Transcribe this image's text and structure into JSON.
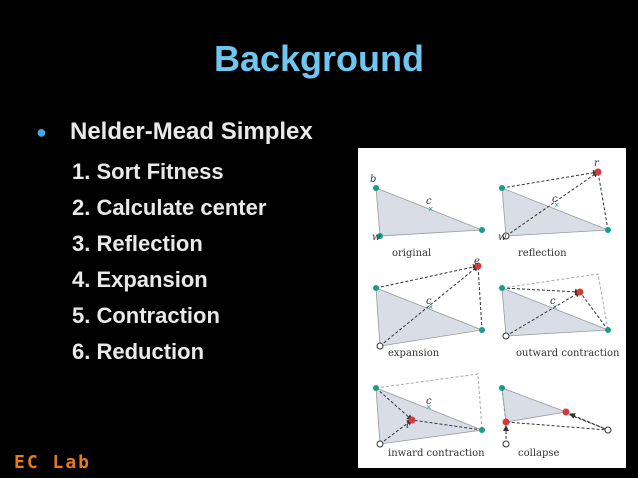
{
  "slide": {
    "title": "Background",
    "bullet": "Nelder-Mead Simplex",
    "steps": [
      "1. Sort Fitness",
      "2. Calculate center",
      "3. Reflection",
      "4. Expansion",
      "5. Contraction",
      "6. Reduction"
    ]
  },
  "figure": {
    "panels": [
      {
        "label": "original"
      },
      {
        "label": "reflection"
      },
      {
        "label": "expansion"
      },
      {
        "label": "outward contraction"
      },
      {
        "label": "inward contraction"
      },
      {
        "label": "collapse"
      }
    ],
    "letters": {
      "b": "b",
      "w": "w",
      "c": "c",
      "r": "r",
      "e": "e",
      "i": "i"
    }
  },
  "logo": {
    "text": "EC Lab"
  },
  "colors": {
    "title": "#6ec6f1",
    "bullet": "#3fa9e0",
    "text": "#e9e9e9",
    "logo": "#e87a1e",
    "teal": "#1a9c8a",
    "red": "#d43a3a"
  }
}
